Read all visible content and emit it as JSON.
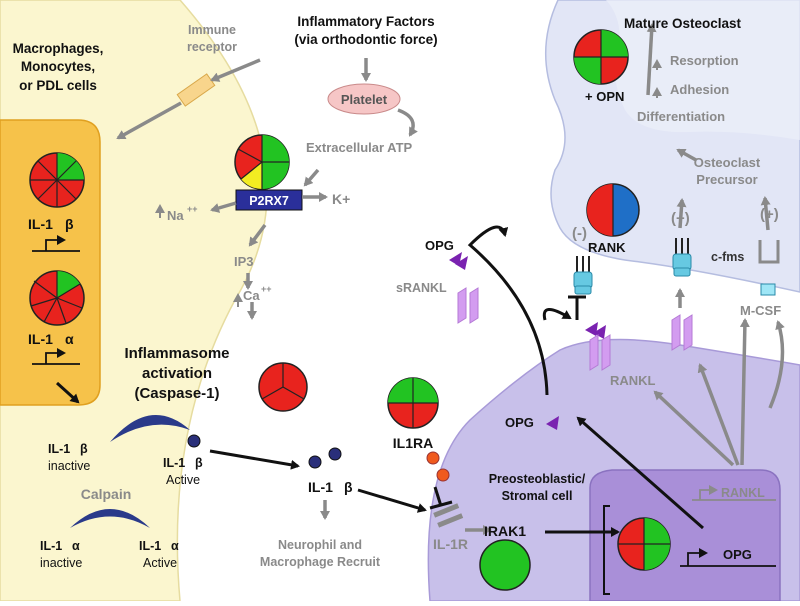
{
  "labels": {
    "cell_type": [
      "Macrophages,",
      "Monocytes,",
      "or PDL cells"
    ],
    "immune_receptor": [
      "Immune",
      "receptor"
    ],
    "inflammatory_factors": [
      "Inflammatory Factors",
      "(via orthodontic force)"
    ],
    "platelet": "Platelet",
    "extracellular_atp": "Extracellular ATP",
    "p2rx7": "P2RX7",
    "k_plus": "K+",
    "na": "Na",
    "na_sup": "++",
    "ip3": "IP3",
    "ca": "Ca",
    "ca_sup": "++",
    "inflammasome": [
      "Inflammasome",
      "activation",
      "(Caspase-1)"
    ],
    "il1b_main": [
      "IL-1",
      "β"
    ],
    "il1a_main": [
      "IL-1",
      "α"
    ],
    "il1b_inactive": [
      "IL-1",
      "β",
      "inactive"
    ],
    "il1b_active": [
      "IL-1",
      "β",
      "Active"
    ],
    "calpain": "Calpain",
    "il1a_inactive": [
      "IL-1",
      "α",
      "inactive"
    ],
    "il1a_active": [
      "IL-1",
      "α",
      "Active"
    ],
    "il1b_free": [
      "IL-1",
      "β"
    ],
    "neutrophil": [
      "Neurophil and",
      "Macrophage Recruit"
    ],
    "il1ra": "IL1RA",
    "il1r": "IL-1R",
    "irak1": "IRAK1",
    "preosteoblast": [
      "Preosteoblastic/",
      "Stromal cell"
    ],
    "rankl_gene": "RANKL",
    "opg_gene": "OPG",
    "opg_secreted": "OPG",
    "opg_top": "OPG",
    "srankl": "sRANKL",
    "rankl_membrane": "RANKL",
    "rank": "RANK",
    "neg": "(-)",
    "pos1": "(+)",
    "pos2": "(+)",
    "cfms": "c-fms",
    "mcsf": "M-CSF",
    "precursor": [
      "Osteoclast",
      "Precursor"
    ],
    "differentiation": "Differentiation",
    "adhesion": "Adhesion",
    "resorption": "Resorption",
    "mature": "Mature Osteoclast",
    "opn": "+ OPN"
  },
  "colors": {
    "macrophage_cell": "#fbf6cf",
    "nucleus": "#f6c24a",
    "osteoblast_cell": "#c8c0ea",
    "osteoclast_cell": "#e2e6f6",
    "pie_red": "#e8231e",
    "pie_green": "#22c322",
    "pie_yellow": "#f2ec22",
    "pie_blue": "#1f6fc7",
    "arrow_gray": "#8a8a8a",
    "p2rx7_box": "#2a2f9a",
    "opg_triangle": "#7a22b0",
    "rankl_shape": "#d39cf0",
    "receptor_cyan": "#66c9e2"
  }
}
